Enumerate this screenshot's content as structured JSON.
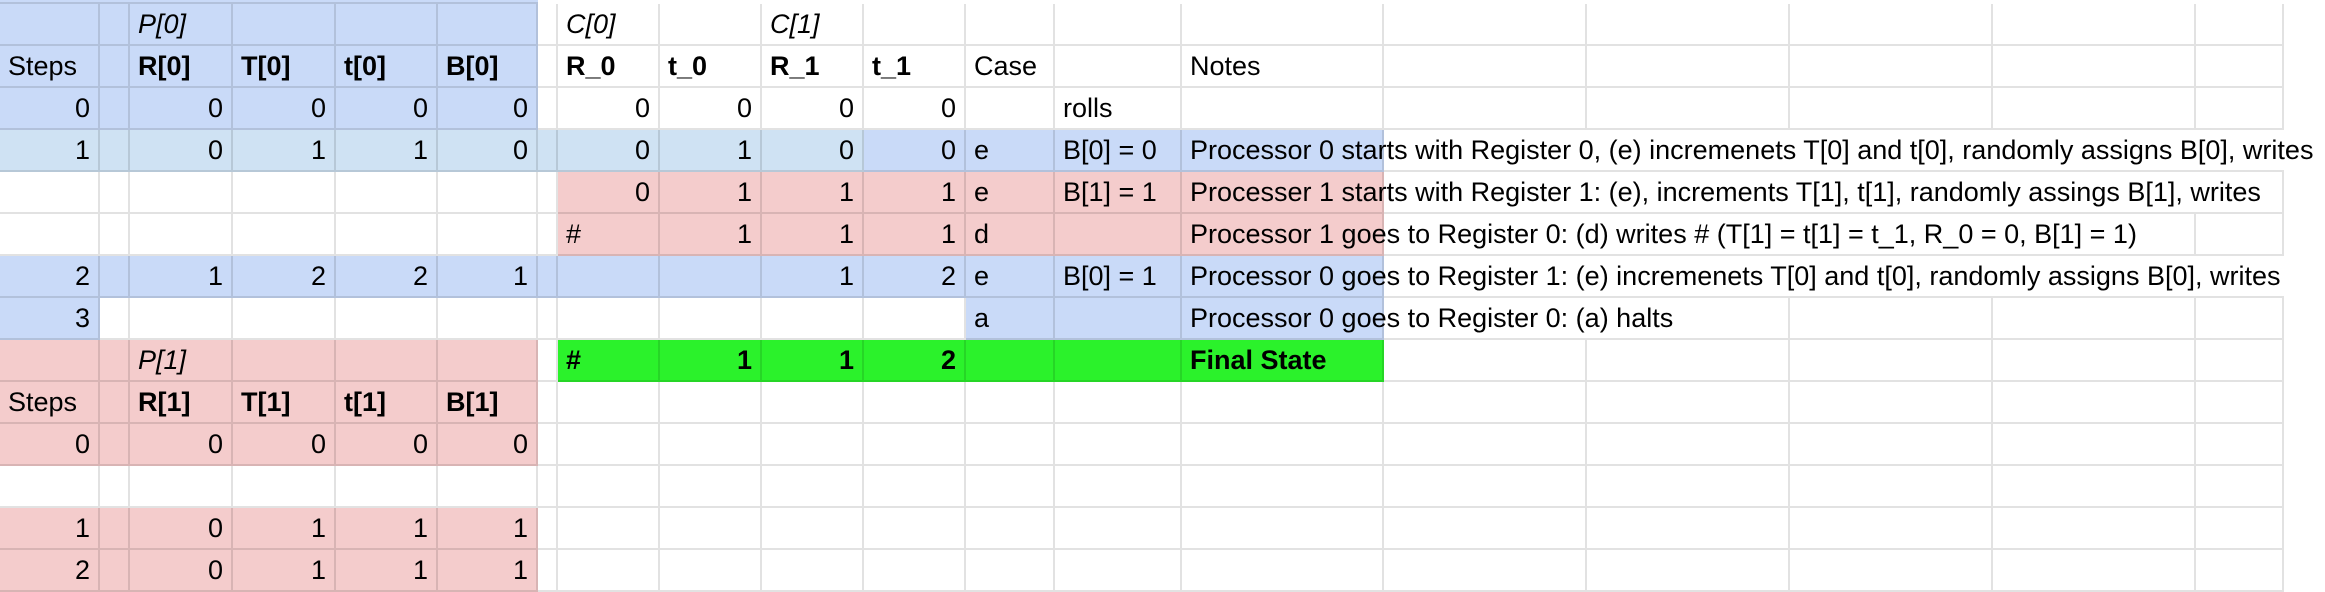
{
  "app": "spreadsheet",
  "colors": {
    "header_blue": "#c9daf8",
    "step_blue": "#cfe2f3",
    "pink": "#f4cccc",
    "green": "#2bf22b",
    "gridline": "rgba(0,0,0,0.115)",
    "text": "#000000",
    "background": "#ffffff"
  },
  "sheet": {
    "rows": [
      {
        "fills": [
          {
            "bg": "peri",
            "from": 1,
            "to": 6
          }
        ],
        "cells": [
          {
            "c": 3,
            "t": "P[0]",
            "al": "l",
            "i": 1,
            "nm": "p0-section-label"
          },
          {
            "c": 8,
            "t": "C[0]",
            "al": "l",
            "i": 1,
            "nm": "c0-section-label"
          },
          {
            "c": 10,
            "t": "C[1]",
            "al": "l",
            "i": 1,
            "nm": "c1-section-label"
          }
        ]
      },
      {
        "fills": [
          {
            "bg": "peri",
            "from": 1,
            "to": 6
          }
        ],
        "cells": [
          {
            "c": 1,
            "t": "Steps",
            "al": "l",
            "nm": "steps-header"
          },
          {
            "c": 3,
            "t": "R[0]",
            "al": "l",
            "b": 1,
            "nm": "r0-bracket-header"
          },
          {
            "c": 4,
            "t": "T[0]",
            "al": "l",
            "b": 1,
            "nm": "t0-upper-header"
          },
          {
            "c": 5,
            "t": "t[0]",
            "al": "l",
            "b": 1,
            "nm": "t0-lower-header"
          },
          {
            "c": 6,
            "t": "B[0]",
            "al": "l",
            "b": 1,
            "nm": "b0-header"
          },
          {
            "c": 8,
            "t": "R_0",
            "al": "l",
            "b": 1,
            "nm": "r-underscore-0-header"
          },
          {
            "c": 9,
            "t": "t_0",
            "al": "l",
            "b": 1,
            "nm": "t-underscore-0-header"
          },
          {
            "c": 10,
            "t": "R_1",
            "al": "l",
            "b": 1,
            "nm": "r-underscore-1-header"
          },
          {
            "c": 11,
            "t": "t_1",
            "al": "l",
            "b": 1,
            "nm": "t-underscore-1-header"
          },
          {
            "c": 12,
            "t": "Case",
            "al": "l",
            "nm": "case-header"
          },
          {
            "c": 14,
            "t": "Notes",
            "al": "l",
            "nm": "notes-header"
          }
        ]
      },
      {
        "fills": [
          {
            "bg": "peri",
            "from": 1,
            "to": 6
          }
        ],
        "cells": [
          {
            "c": 1,
            "t": "0",
            "al": "r",
            "nm": "step-0-label"
          },
          {
            "c": 3,
            "t": "0",
            "al": "r"
          },
          {
            "c": 4,
            "t": "0",
            "al": "r"
          },
          {
            "c": 5,
            "t": "0",
            "al": "r"
          },
          {
            "c": 6,
            "t": "0",
            "al": "r"
          },
          {
            "c": 8,
            "t": "0",
            "al": "r"
          },
          {
            "c": 9,
            "t": "0",
            "al": "r"
          },
          {
            "c": 10,
            "t": "0",
            "al": "r"
          },
          {
            "c": 11,
            "t": "0",
            "al": "r"
          },
          {
            "c": 13,
            "t": "rolls",
            "al": "l",
            "nm": "rolls-label"
          }
        ]
      },
      {
        "fills": [
          {
            "bg": "cyan",
            "from": 1,
            "to": 10
          },
          {
            "bg": "peri",
            "from": 11,
            "to": 14
          }
        ],
        "cells": [
          {
            "c": 1,
            "t": "1",
            "al": "r",
            "nm": "step-1-label"
          },
          {
            "c": 3,
            "t": "0",
            "al": "r"
          },
          {
            "c": 4,
            "t": "1",
            "al": "r"
          },
          {
            "c": 5,
            "t": "1",
            "al": "r"
          },
          {
            "c": 6,
            "t": "0",
            "al": "r"
          },
          {
            "c": 8,
            "t": "0",
            "al": "r"
          },
          {
            "c": 9,
            "t": "1",
            "al": "r"
          },
          {
            "c": 10,
            "t": "0",
            "al": "r"
          },
          {
            "c": 11,
            "t": "0",
            "al": "r"
          },
          {
            "c": 12,
            "t": "e",
            "al": "l",
            "nm": "case-value"
          },
          {
            "c": 13,
            "t": "B[0] = 0",
            "al": "l",
            "nm": "roll-value"
          },
          {
            "c": 14,
            "t": "Processor 0 starts with Register 0, (e) incremenets T[0] and t[0], randomly assigns B[0], writes",
            "al": "l",
            "note": 1,
            "nm": "note-text"
          }
        ]
      },
      {
        "fills": [
          {
            "bg": "pink",
            "from": 8,
            "to": 14
          }
        ],
        "cells": [
          {
            "c": 8,
            "t": "0",
            "al": "r"
          },
          {
            "c": 9,
            "t": "1",
            "al": "r"
          },
          {
            "c": 10,
            "t": "1",
            "al": "r"
          },
          {
            "c": 11,
            "t": "1",
            "al": "r"
          },
          {
            "c": 12,
            "t": "e",
            "al": "l",
            "nm": "case-value"
          },
          {
            "c": 13,
            "t": "B[1] = 1",
            "al": "l",
            "nm": "roll-value"
          },
          {
            "c": 14,
            "t": "Processer 1 starts with Register 1: (e), increments T[1], t[1], randomly assings B[1], writes",
            "al": "l",
            "note": 1,
            "nm": "note-text"
          }
        ]
      },
      {
        "fills": [
          {
            "bg": "pink",
            "from": 8,
            "to": 14
          }
        ],
        "cells": [
          {
            "c": 8,
            "t": "#",
            "al": "l",
            "nm": "halt-marker"
          },
          {
            "c": 9,
            "t": "1",
            "al": "r"
          },
          {
            "c": 10,
            "t": "1",
            "al": "r"
          },
          {
            "c": 11,
            "t": "1",
            "al": "r"
          },
          {
            "c": 12,
            "t": "d",
            "al": "l",
            "nm": "case-value"
          },
          {
            "c": 14,
            "t": "Processor 1 goes to Register 0: (d) writes # (T[1] = t[1] = t_1, R_0 = 0, B[1] = 1)",
            "al": "l",
            "note": 1,
            "nm": "note-text"
          }
        ]
      },
      {
        "fills": [
          {
            "bg": "peri",
            "from": 1,
            "to": 14
          }
        ],
        "cells": [
          {
            "c": 1,
            "t": "2",
            "al": "r",
            "nm": "step-2-label"
          },
          {
            "c": 3,
            "t": "1",
            "al": "r"
          },
          {
            "c": 4,
            "t": "2",
            "al": "r"
          },
          {
            "c": 5,
            "t": "2",
            "al": "r"
          },
          {
            "c": 6,
            "t": "1",
            "al": "r"
          },
          {
            "c": 10,
            "t": "1",
            "al": "r"
          },
          {
            "c": 11,
            "t": "2",
            "al": "r"
          },
          {
            "c": 12,
            "t": "e",
            "al": "l",
            "nm": "case-value"
          },
          {
            "c": 13,
            "t": "B[0] = 1",
            "al": "l",
            "nm": "roll-value"
          },
          {
            "c": 14,
            "t": "Processor 0 goes to Register 1: (e) incremenets T[0] and t[0], randomly assigns B[0], writes",
            "al": "l",
            "note": 1,
            "nm": "note-text"
          }
        ]
      },
      {
        "fills": [
          {
            "bg": "peri",
            "from": 1,
            "to": 1
          },
          {
            "bg": "peri",
            "from": 12,
            "to": 14
          }
        ],
        "cells": [
          {
            "c": 1,
            "t": "3",
            "al": "r",
            "nm": "step-3-label"
          },
          {
            "c": 12,
            "t": "a",
            "al": "l",
            "nm": "case-value"
          },
          {
            "c": 14,
            "t": "Processor 0 goes to Register 0: (a) halts",
            "al": "l",
            "note": 1,
            "nm": "note-text"
          }
        ]
      },
      {
        "fills": [
          {
            "bg": "pink",
            "from": 1,
            "to": 6
          },
          {
            "bg": "green",
            "from": 8,
            "to": 14
          }
        ],
        "cells": [
          {
            "c": 3,
            "t": "P[1]",
            "al": "l",
            "i": 1,
            "nm": "p1-section-label"
          },
          {
            "c": 8,
            "t": "#",
            "al": "l",
            "b": 1,
            "nm": "final-r0-value"
          },
          {
            "c": 9,
            "t": "1",
            "al": "r",
            "b": 1,
            "nm": "final-t0-value"
          },
          {
            "c": 10,
            "t": "1",
            "al": "r",
            "b": 1,
            "nm": "final-r1-value"
          },
          {
            "c": 11,
            "t": "2",
            "al": "r",
            "b": 1,
            "nm": "final-t1-value"
          },
          {
            "c": 14,
            "t": "Final State",
            "al": "l",
            "b": 1,
            "nm": "final-state-label"
          }
        ]
      },
      {
        "fills": [
          {
            "bg": "pink",
            "from": 1,
            "to": 6
          }
        ],
        "cells": [
          {
            "c": 1,
            "t": "Steps",
            "al": "l",
            "nm": "steps-header-p1"
          },
          {
            "c": 3,
            "t": "R[1]",
            "al": "l",
            "b": 1,
            "nm": "r1-bracket-header"
          },
          {
            "c": 4,
            "t": "T[1]",
            "al": "l",
            "b": 1,
            "nm": "t1-upper-header"
          },
          {
            "c": 5,
            "t": "t[1]",
            "al": "l",
            "b": 1,
            "nm": "t1-lower-header"
          },
          {
            "c": 6,
            "t": "B[1]",
            "al": "l",
            "b": 1,
            "nm": "b1-header"
          }
        ]
      },
      {
        "fills": [
          {
            "bg": "pink",
            "from": 1,
            "to": 6
          }
        ],
        "cells": [
          {
            "c": 1,
            "t": "0",
            "al": "r",
            "nm": "step-0-label-p1"
          },
          {
            "c": 3,
            "t": "0",
            "al": "r"
          },
          {
            "c": 4,
            "t": "0",
            "al": "r"
          },
          {
            "c": 5,
            "t": "0",
            "al": "r"
          },
          {
            "c": 6,
            "t": "0",
            "al": "r"
          }
        ]
      },
      {
        "fills": [],
        "cells": []
      },
      {
        "fills": [
          {
            "bg": "pink",
            "from": 1,
            "to": 6
          }
        ],
        "cells": [
          {
            "c": 1,
            "t": "1",
            "al": "r",
            "nm": "step-1-label-p1"
          },
          {
            "c": 3,
            "t": "0",
            "al": "r"
          },
          {
            "c": 4,
            "t": "1",
            "al": "r"
          },
          {
            "c": 5,
            "t": "1",
            "al": "r"
          },
          {
            "c": 6,
            "t": "1",
            "al": "r"
          }
        ]
      },
      {
        "fills": [
          {
            "bg": "pink",
            "from": 1,
            "to": 6
          }
        ],
        "cells": [
          {
            "c": 1,
            "t": "2",
            "al": "r",
            "nm": "step-2-label-p1"
          },
          {
            "c": 3,
            "t": "0",
            "al": "r"
          },
          {
            "c": 4,
            "t": "1",
            "al": "r"
          },
          {
            "c": 5,
            "t": "1",
            "al": "r"
          },
          {
            "c": 6,
            "t": "1",
            "al": "r"
          }
        ]
      }
    ]
  }
}
